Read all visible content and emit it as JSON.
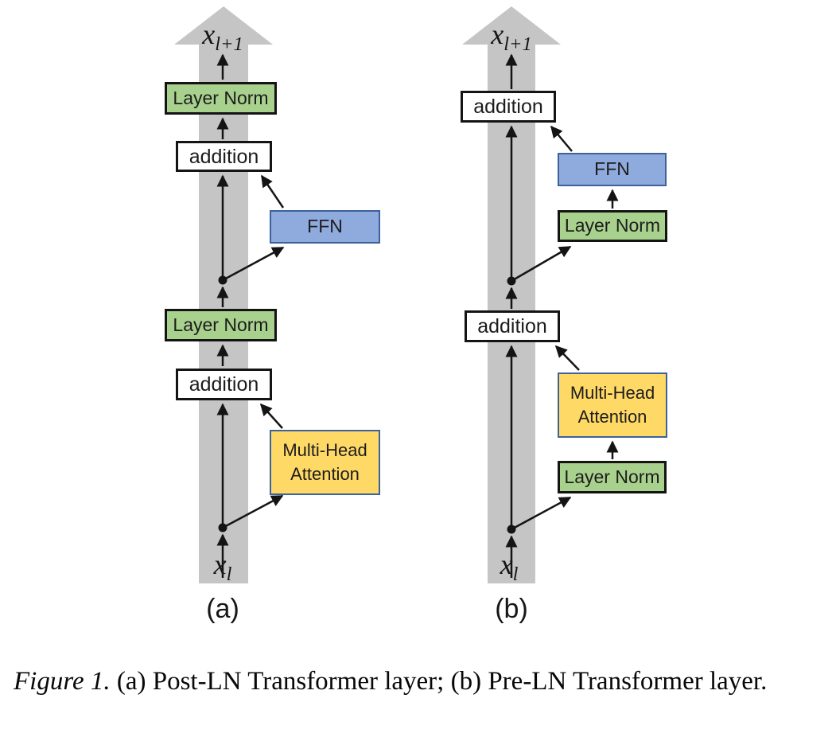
{
  "colors": {
    "band-gray": "#c5c5c5",
    "green-fill": "#a9d18e",
    "blue-fill": "#8faadc",
    "yellow-fill": "#ffd966",
    "blue-border": "#3c619b",
    "ink": "#1c1c1c"
  },
  "panel_a": {
    "label": "(a)",
    "input": {
      "base": "x",
      "sub": "l"
    },
    "output": {
      "base": "x",
      "sub": "l+1"
    },
    "layer_norm_top": "Layer Norm",
    "addition_top": "addition",
    "ffn": "FFN",
    "layer_norm_mid": "Layer Norm",
    "addition_bottom": "addition",
    "mha": "Multi-Head Attention"
  },
  "panel_b": {
    "label": "(b)",
    "input": {
      "base": "x",
      "sub": "l"
    },
    "output": {
      "base": "x",
      "sub": "l+1"
    },
    "addition_top": "addition",
    "ffn": "FFN",
    "layer_norm_upper": "Layer Norm",
    "addition_mid": "addition",
    "mha": "Multi-Head Attention",
    "layer_norm_lower": "Layer Norm"
  },
  "caption": {
    "label": "Figure 1.",
    "text": "(a) Post-LN Transformer layer; (b) Pre-LN Transformer layer."
  }
}
